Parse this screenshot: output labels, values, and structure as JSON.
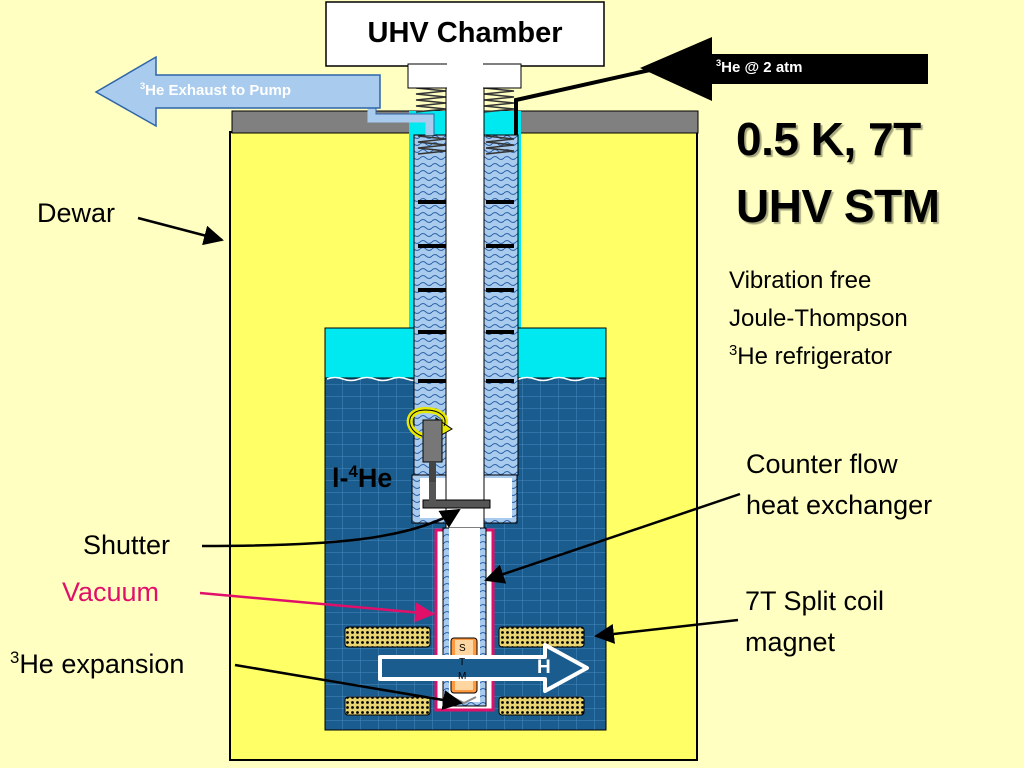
{
  "labels": {
    "uhv_chamber": "UHV Chamber",
    "he3_inlet_pre": "3",
    "he3_inlet": "He @ 2 atm",
    "exhaust_pre": "3",
    "exhaust": "He Exhaust to Pump",
    "title_line1": "0.5 K, 7T",
    "title_line2": "UHV STM",
    "desc_line1": "Vibration free",
    "desc_line2": "Joule-Thompson",
    "desc_line3_pre": "3",
    "desc_line3": "He refrigerator",
    "dewar": "Dewar",
    "l4he_pre": "l-",
    "l4he_sup": "4",
    "l4he": "He",
    "counter_flow_line1": "Counter flow",
    "counter_flow_line2": "heat exchanger",
    "shutter": "Shutter",
    "vacuum": "Vacuum",
    "split_coil_line1": "7T Split coil",
    "split_coil_line2": "magnet",
    "expansion_pre": "3",
    "expansion": "He expansion",
    "stm_letters": [
      "S",
      "T",
      "M"
    ],
    "field_label": "H"
  },
  "colors": {
    "background": "#ffffc2",
    "dewar": "#ffff66",
    "liquid_he4": "#1b5c8e",
    "vapor": "#00e8f0",
    "heat_exchanger": "#a9cbee",
    "vacuum_line": "#e0106a",
    "magnet_coil": "#e8d470",
    "flange": "#808080",
    "arrow_fill": "#a9cbee"
  }
}
